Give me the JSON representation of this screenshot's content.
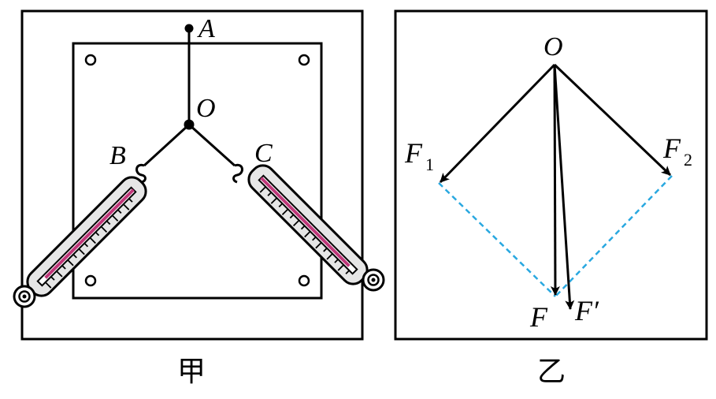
{
  "panel_left": {
    "caption": "甲",
    "labels": {
      "A": "A",
      "O": "O",
      "B": "B",
      "C": "C"
    }
  },
  "panel_right": {
    "caption": "乙",
    "labels": {
      "O": "O",
      "F1": "F",
      "F1_sub": "1",
      "F2": "F",
      "F2_sub": "2",
      "F": "F",
      "F_prime": "F′"
    }
  },
  "colors": {
    "line": "#000000",
    "dashed_parallelogram": "#29a8e0",
    "spring_scale_fill": "#e6e6e6",
    "spring_scale_indicator": "#c0387a"
  },
  "icons": [
    "pushpin-icon",
    "spring-scale-icon",
    "arrow-icon"
  ]
}
